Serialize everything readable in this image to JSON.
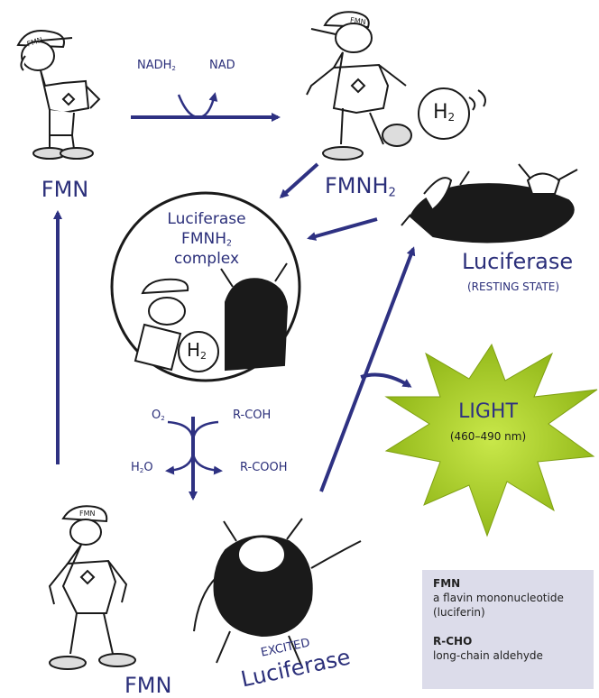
{
  "labels": {
    "fmn_top": "FMN",
    "fmnh2_main": "FMNH",
    "fmnh2_sub": "2",
    "nadh_main": "NADH",
    "nadh_sub": "2",
    "nad": "NAD",
    "h2_main": "H",
    "h2_sub": "2",
    "complex_line1": "Luciferase",
    "complex_line2_main": "FMNH",
    "complex_line2_sub": "2",
    "complex_line3": "complex",
    "luciferase_resting": "Luciferase",
    "resting_state": "(RESTING STATE)",
    "light": "LIGHT",
    "wavelength": "(460–490 nm)",
    "o2_main": "O",
    "o2_sub": "2",
    "r_coh": "R-COH",
    "h2o_main1": "H",
    "h2o_sub": "2",
    "h2o_main2": "O",
    "r_cooh": "R-COOH",
    "fmn_bottom": "FMN",
    "excited": "EXCITED",
    "luciferase_excited": "Luciferase",
    "cap_text": "FMN",
    "cap_text_2": "FMN",
    "cap_text_3": "FMN"
  },
  "legend": {
    "items": [
      {
        "term": "FMN",
        "definition_line1": "a flavin mononucleotide",
        "definition_line2": "(luciferin)"
      },
      {
        "term": "R-CHO",
        "definition_line1": "long-chain aldehyde"
      }
    ]
  },
  "colors": {
    "arrow": "#2e3182",
    "light_burst": "#a6cc1f",
    "light_burst_dark": "#7fa012",
    "legend_bg": "#dcdcea",
    "ink": "#1a1a1a"
  }
}
